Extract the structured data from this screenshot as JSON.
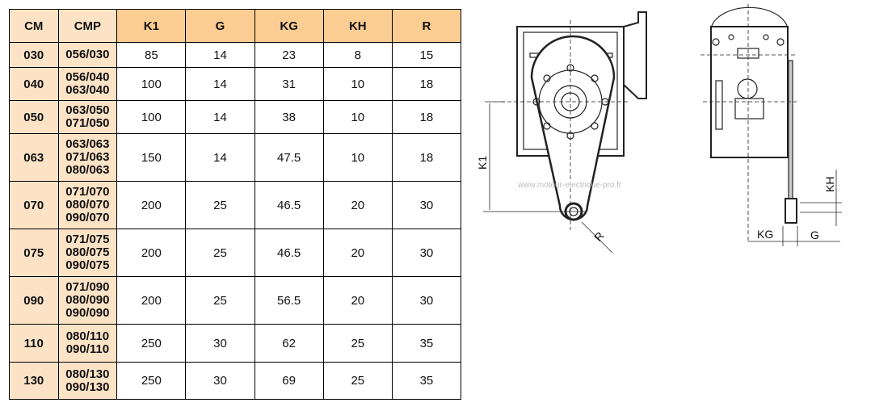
{
  "table": {
    "headers": [
      "CM",
      "CMP",
      "K1",
      "G",
      "KG",
      "KH",
      "R"
    ],
    "rows": [
      {
        "cm": "030",
        "cmp": [
          "056/030"
        ],
        "k1": "85",
        "g": "14",
        "kg": "23",
        "kh": "8",
        "r": "15"
      },
      {
        "cm": "040",
        "cmp": [
          "056/040",
          "063/040"
        ],
        "k1": "100",
        "g": "14",
        "kg": "31",
        "kh": "10",
        "r": "18"
      },
      {
        "cm": "050",
        "cmp": [
          "063/050",
          "071/050"
        ],
        "k1": "100",
        "g": "14",
        "kg": "38",
        "kh": "10",
        "r": "18"
      },
      {
        "cm": "063",
        "cmp": [
          "063/063",
          "071/063",
          "080/063"
        ],
        "k1": "150",
        "g": "14",
        "kg": "47.5",
        "kh": "10",
        "r": "18"
      },
      {
        "cm": "070",
        "cmp": [
          "071/070",
          "080/070",
          "090/070"
        ],
        "k1": "200",
        "g": "25",
        "kg": "46.5",
        "kh": "20",
        "r": "30"
      },
      {
        "cm": "075",
        "cmp": [
          "071/075",
          "080/075",
          "090/075"
        ],
        "k1": "200",
        "g": "25",
        "kg": "46.5",
        "kh": "20",
        "r": "30"
      },
      {
        "cm": "090",
        "cmp": [
          "071/090",
          "080/090",
          "090/090"
        ],
        "k1": "200",
        "g": "25",
        "kg": "56.5",
        "kh": "20",
        "r": "30"
      },
      {
        "cm": "110",
        "cmp": [
          "080/110",
          "090/110"
        ],
        "k1": "250",
        "g": "30",
        "kg": "62",
        "kh": "25",
        "r": "35"
      },
      {
        "cm": "130",
        "cmp": [
          "080/130",
          "090/130"
        ],
        "k1": "250",
        "g": "30",
        "kg": "69",
        "kh": "25",
        "r": "35"
      }
    ]
  },
  "drawing": {
    "labels": {
      "k1": "K1",
      "r": "R",
      "kg": "KG",
      "g": "G",
      "kh": "KH"
    },
    "watermark": "www.moteur-electrique-pro.fr"
  }
}
